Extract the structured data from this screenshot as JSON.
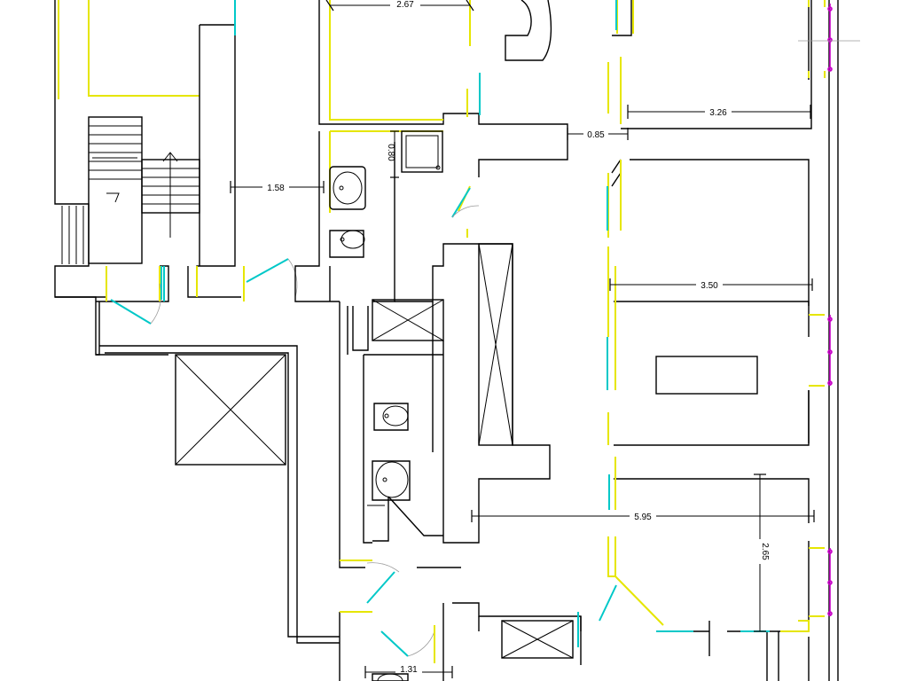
{
  "dimensions": {
    "d1": "2.67",
    "d2": "3.26",
    "d3": "0.85",
    "d4": "0.80",
    "d5": "1.58",
    "d6": "3.50",
    "d7": "5.95",
    "d8": "2.65",
    "d9": "1.31"
  },
  "colors": {
    "walls": "#000000",
    "jambs": "#e6e600",
    "doors": "#00c8c8",
    "windows": "#c800c8"
  }
}
